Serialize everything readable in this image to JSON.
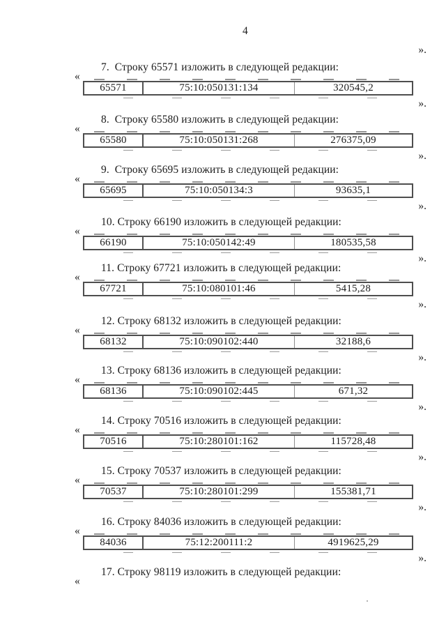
{
  "page": {
    "number": "4",
    "top_close_quote": "»."
  },
  "quotes": {
    "open": "«",
    "close": "»."
  },
  "items": [
    {
      "heading": "7.  Строку 65571 изложить в следующей редакции:",
      "cells": [
        "65571",
        "75:10:050131:134",
        "320545,2"
      ]
    },
    {
      "heading": "8.  Строку 65580 изложить в следующей редакции:",
      "cells": [
        "65580",
        "75:10:050131:268",
        "276375,09"
      ]
    },
    {
      "heading": "9.  Строку 65695 изложить в следующей редакции:",
      "cells": [
        "65695",
        "75:10:050134:3",
        "93635,1"
      ]
    },
    {
      "heading": "10. Строку 66190 изложить в следующей редакции:",
      "cells": [
        "66190",
        "75:10:050142:49",
        "180535,58"
      ]
    },
    {
      "heading": "11. Строку 67721 изложить в следующей редакции:",
      "cells": [
        "67721",
        "75:10:080101:46",
        "5415,28"
      ]
    },
    {
      "heading": "12. Строку 68132 изложить в следующей редакции:",
      "cells": [
        "68132",
        "75:10:090102:440",
        "32188,6"
      ]
    },
    {
      "heading": "13. Строку 68136 изложить в следующей редакции:",
      "cells": [
        "68136",
        "75:10:090102:445",
        "671,32"
      ]
    },
    {
      "heading": "14. Строку 70516 изложить в следующей редакции:",
      "cells": [
        "70516",
        "75:10:280101:162",
        "115728,48"
      ]
    },
    {
      "heading": "15. Строку 70537 изложить в следующей редакции:",
      "cells": [
        "70537",
        "75:10:280101:299",
        "155381,71"
      ]
    },
    {
      "heading": "16. Строку 84036 изложить в следующей редакции:",
      "cells": [
        "84036",
        "75:12:200111:2",
        "4919625,29"
      ]
    },
    {
      "heading": "17. Строку 98119 изложить в следующей редакции:",
      "cells": null
    }
  ]
}
